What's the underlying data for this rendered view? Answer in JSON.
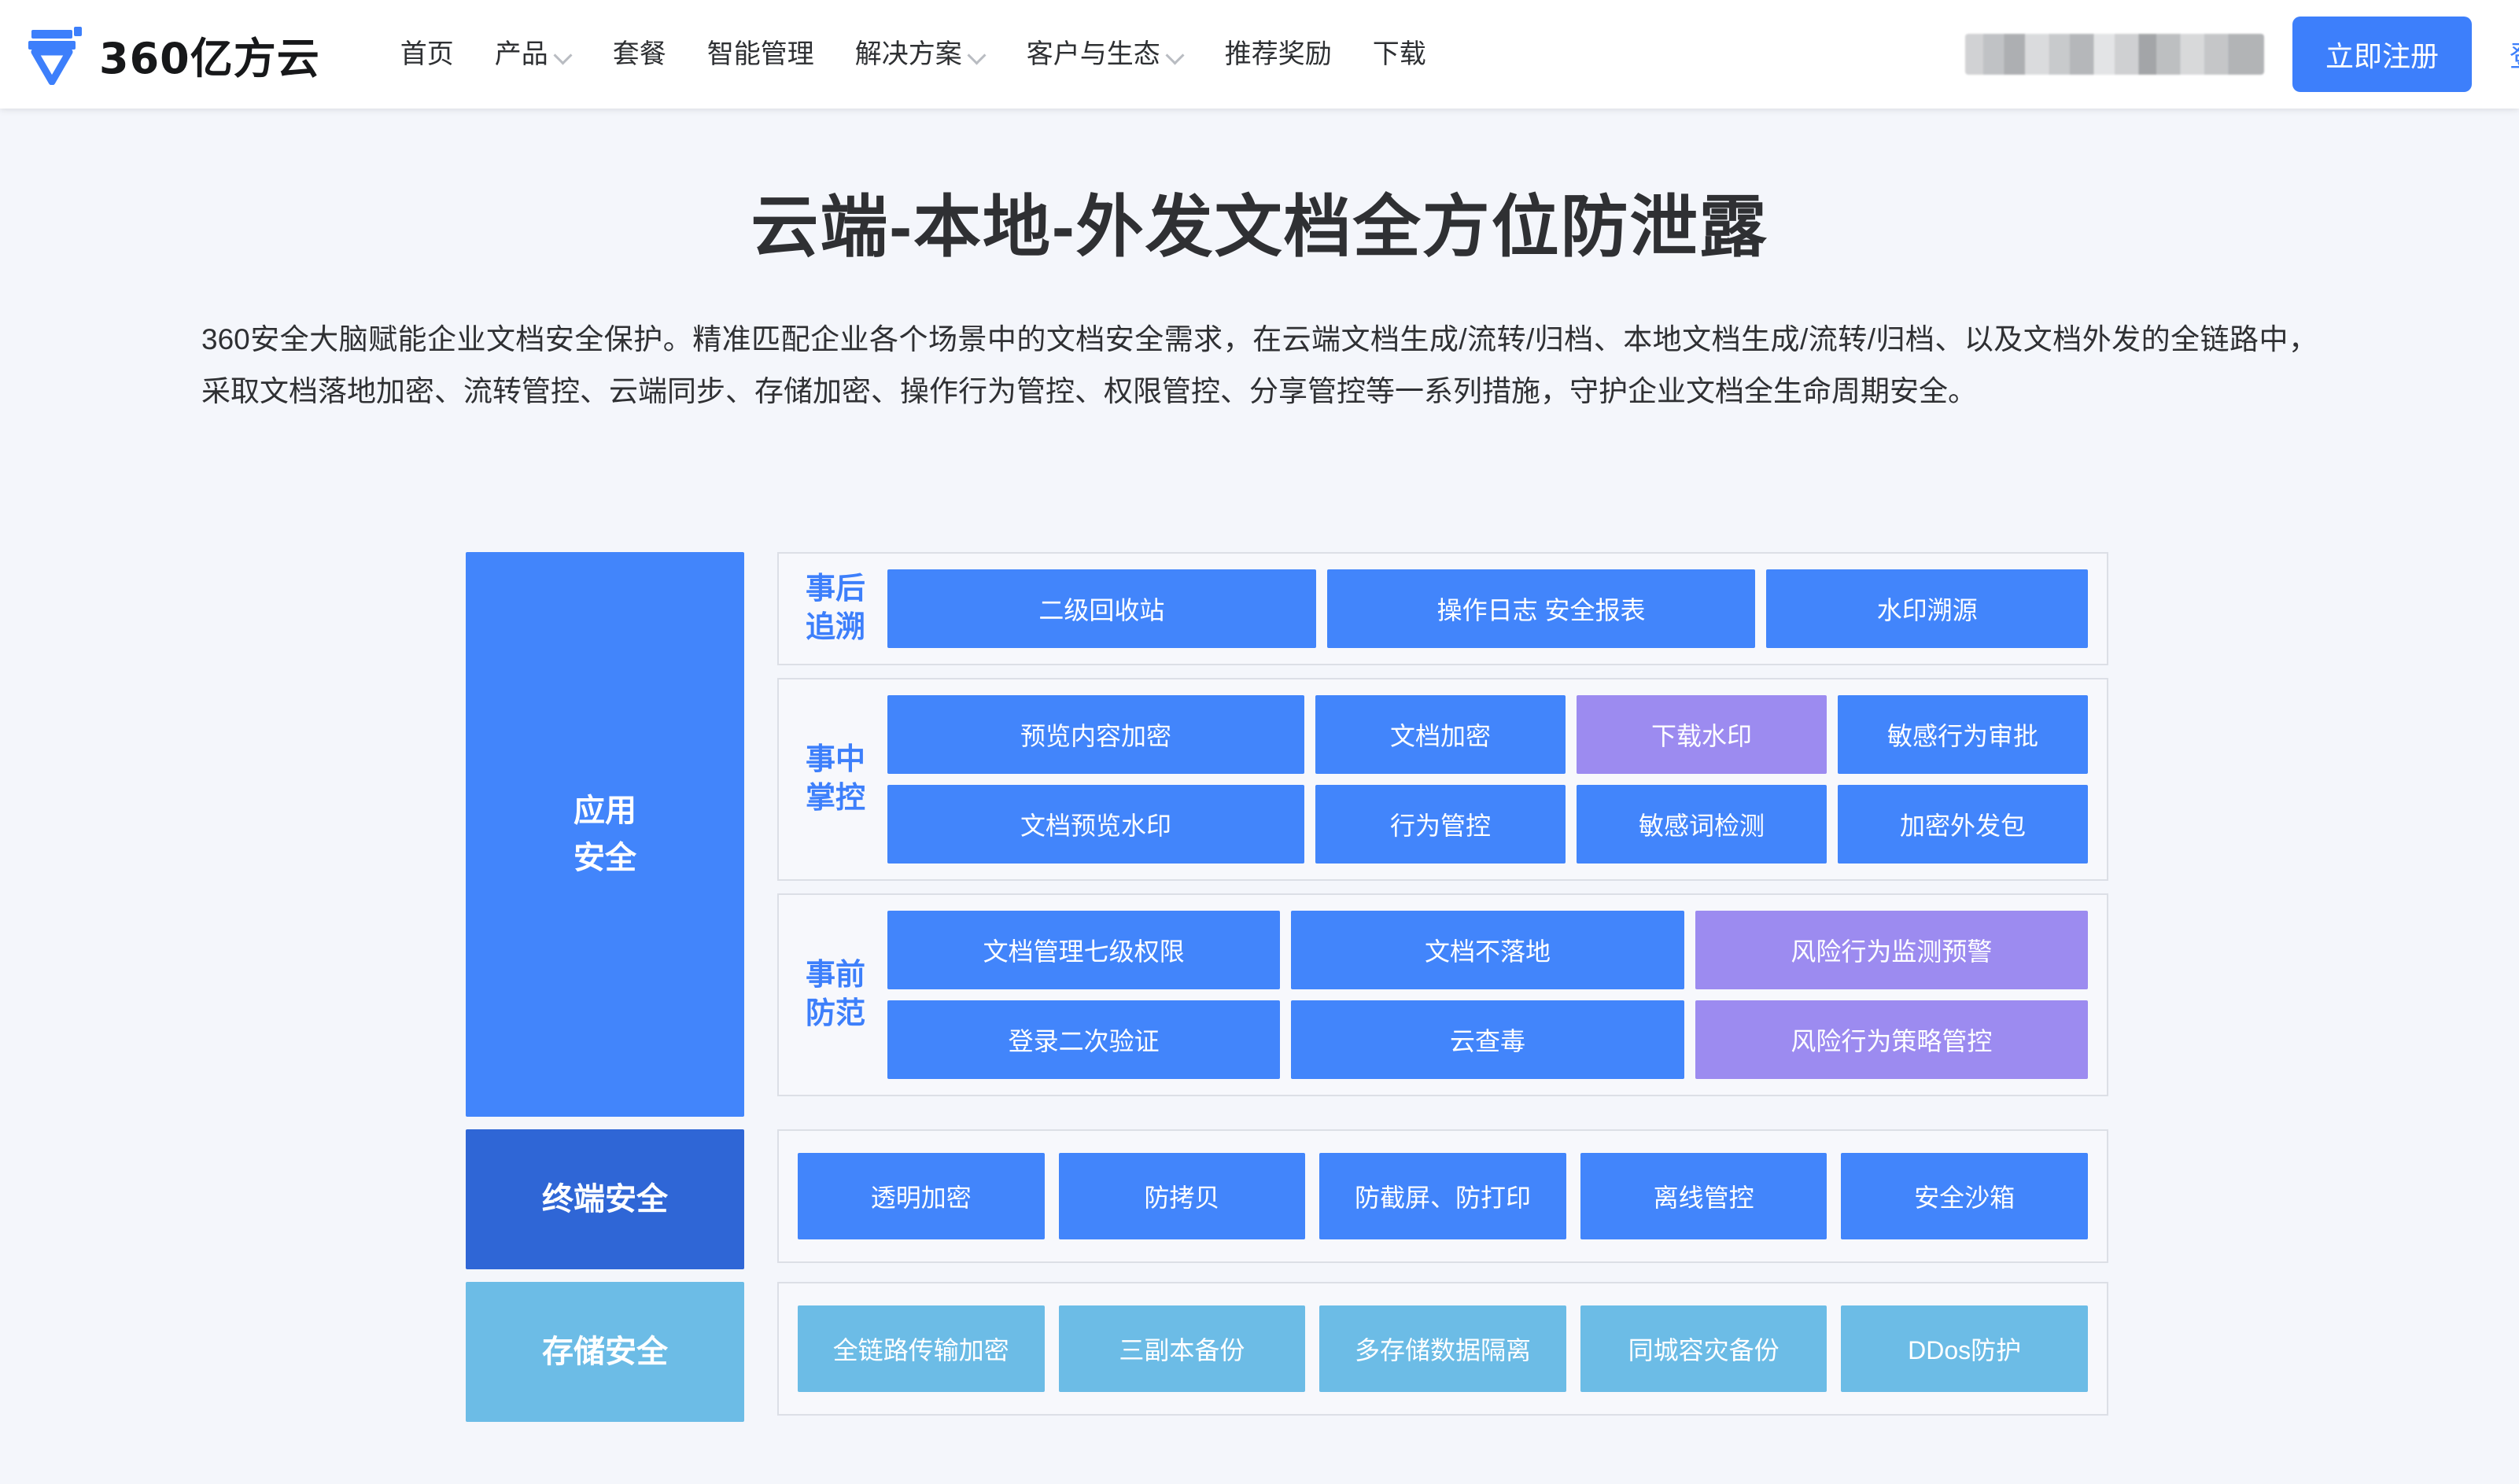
{
  "header": {
    "brand_name": "360亿方云",
    "brand_logo_icon": "yifangyun-logo-icon",
    "nav": [
      {
        "label": "首页",
        "has_caret": false
      },
      {
        "label": "产品",
        "has_caret": true
      },
      {
        "label": "套餐",
        "has_caret": false
      },
      {
        "label": "智能管理",
        "has_caret": false
      },
      {
        "label": "解决方案",
        "has_caret": true
      },
      {
        "label": "客户与生态",
        "has_caret": true
      },
      {
        "label": "推荐奖励",
        "has_caret": false
      },
      {
        "label": "下载",
        "has_caret": false
      }
    ],
    "redacted_account": "",
    "register_label": "立即注册",
    "login_label": "登录"
  },
  "hero": {
    "title": "云端-本地-外发文档全方位防泄露",
    "description": "360安全大脑赋能企业文档安全保护。精准匹配企业各个场景中的文档安全需求，在云端文档生成/流转/归档、本地文档生成/流转/归档、以及文档外发的全链路中，采取文档落地加密、流转管控、云端同步、存储加密、操作行为管控、权限管控、分享管控等一系列措施，守护企业文档全生命周期安全。"
  },
  "diagram": {
    "layers": [
      {
        "label": "应用\n安全",
        "label_color": "#4285fb",
        "groups": [
          {
            "label": "事后\n追溯",
            "rows": [
              [
                {
                  "text": "二级回收站",
                  "color": "blue",
                  "weight": 2
                },
                {
                  "text": "操作日志   安全报表",
                  "color": "blue",
                  "weight": 2
                },
                {
                  "text": "水印溯源",
                  "color": "blue",
                  "weight": 1.5
                }
              ]
            ]
          },
          {
            "label": "事中\n掌控",
            "rows": [
              [
                {
                  "text": "预览内容加密",
                  "color": "blue",
                  "weight": 2
                },
                {
                  "text": "文档加密",
                  "color": "blue",
                  "weight": 1.2
                },
                {
                  "text": "下载水印",
                  "color": "purple",
                  "weight": 1.2
                },
                {
                  "text": "敏感行为审批",
                  "color": "blue",
                  "weight": 1.2
                }
              ],
              [
                {
                  "text": "文档预览水印",
                  "color": "blue",
                  "weight": 2
                },
                {
                  "text": "行为管控",
                  "color": "blue",
                  "weight": 1.2
                },
                {
                  "text": "敏感词检测",
                  "color": "blue",
                  "weight": 1.2
                },
                {
                  "text": "加密外发包",
                  "color": "blue",
                  "weight": 1.2
                }
              ]
            ]
          },
          {
            "label": "事前\n防范",
            "rows": [
              [
                {
                  "text": "文档管理七级权限",
                  "color": "blue",
                  "weight": 1.3
                },
                {
                  "text": "文档不落地",
                  "color": "blue",
                  "weight": 1.3
                },
                {
                  "text": "风险行为监测预警",
                  "color": "purple",
                  "weight": 1.3
                }
              ],
              [
                {
                  "text": "登录二次验证",
                  "color": "blue",
                  "weight": 1.3
                },
                {
                  "text": "云查毒",
                  "color": "blue",
                  "weight": 1.3
                },
                {
                  "text": "风险行为策略管控",
                  "color": "purple",
                  "weight": 1.3
                }
              ]
            ]
          }
        ]
      },
      {
        "label": "终端安全",
        "label_color": "#2f66d6",
        "groups": [
          {
            "label": "",
            "rows": [
              [
                {
                  "text": "透明加密",
                  "color": "blue",
                  "weight": 1
                },
                {
                  "text": "防拷贝",
                  "color": "blue",
                  "weight": 1
                },
                {
                  "text": "防截屏、防打印",
                  "color": "blue",
                  "weight": 1
                },
                {
                  "text": "离线管控",
                  "color": "blue",
                  "weight": 1
                },
                {
                  "text": "安全沙箱",
                  "color": "blue",
                  "weight": 1
                }
              ]
            ]
          }
        ]
      },
      {
        "label": "存储安全",
        "label_color": "#6cbce6",
        "groups": [
          {
            "label": "",
            "rows": [
              [
                {
                  "text": "全链路传输加密",
                  "color": "light",
                  "weight": 1
                },
                {
                  "text": "三副本备份",
                  "color": "light",
                  "weight": 1
                },
                {
                  "text": "多存储数据隔离",
                  "color": "light",
                  "weight": 1
                },
                {
                  "text": "同城容灾备份",
                  "color": "light",
                  "weight": 1
                },
                {
                  "text": "DDos防护",
                  "color": "light",
                  "weight": 1
                }
              ]
            ]
          }
        ]
      }
    ]
  },
  "colors": {
    "page_bg": "#f4f6fb",
    "accent_blue": "#3d7ffb",
    "tile_blue": "#4285fb",
    "tile_purple": "#9c8bf0",
    "tile_light_blue": "#6cbce6",
    "label_dark_blue": "#2f66d6",
    "group_border": "#dcdfe6",
    "text_dark": "#2f3033"
  }
}
